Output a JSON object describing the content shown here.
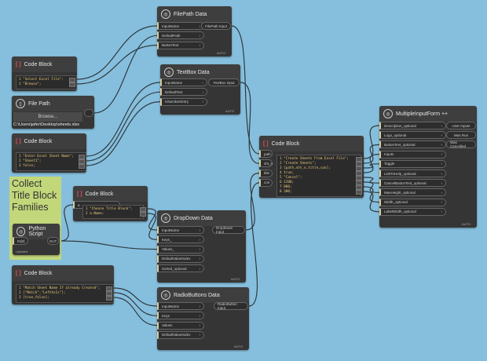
{
  "nodes": {
    "filepath_data": {
      "title": "FilePath Data",
      "inputs": [
        "InputName",
        "DefaultPath",
        "ButtonText"
      ],
      "outputs": [
        "FilePath Input"
      ],
      "footer": "AUTO"
    },
    "textbox_data": {
      "title": "TextBox Data",
      "inputs": [
        "InputName",
        "DefaultText",
        "IsNumberEntry"
      ],
      "outputs": [
        "TextBox Input"
      ],
      "footer": "AUTO"
    },
    "code1": {
      "title": "Code Block",
      "code": [
        "1 \"Select Excel File\";",
        "2 \"Browse\";"
      ]
    },
    "file_path": {
      "title": "File Path",
      "button": "Browse...",
      "path": "C:\\Users\\jafer\\Desktop\\sheets.xlsx"
    },
    "code2": {
      "title": "Code Block",
      "code": [
        "1 \"Enter Excel Sheet Name\";",
        "2 \"Sheet1\";",
        "3 false;"
      ]
    },
    "code3": {
      "title": "Code Block",
      "inputs": [
        "a"
      ],
      "code": [
        "1 \"Choose Title Block\";",
        "2 a.Name;"
      ]
    },
    "python": {
      "title": "Python Script",
      "inputs": [
        "IN[0]"
      ],
      "outputs": [
        "OUT"
      ],
      "footer": "Updated"
    },
    "dropdown_data": {
      "title": "DropDown Data",
      "inputs": [
        "InputName",
        "Keys_",
        "Values_",
        "DefaultValueIndex",
        "Sorted_optional"
      ],
      "outputs": [
        "DropDown Input"
      ],
      "footer": "AUTO"
    },
    "code4": {
      "title": "Code Block",
      "code": [
        "1 \"Match Sheet Name If already Created\";",
        "2 [\"Match\",\"LeftAsIs\"];",
        "3 [true,false];"
      ]
    },
    "radio_data": {
      "title": "RadioButtons Data",
      "inputs": [
        "InputName",
        "Keys",
        "Values",
        "DefaultValueIndex"
      ],
      "outputs": [
        "RadioButton Input"
      ],
      "footer": "AUTO"
    },
    "code_main": {
      "title": "Code Block",
      "inputs": [
        "path",
        "sht_n",
        "title",
        "con"
      ],
      "code": [
        "1 \"Create Sheets From Excel File\";",
        "2 \"Create Sheets\";",
        "3 [path,sht_n,title,con];",
        "4 true;",
        "5 \"Cancel\";",
        "6 1200;",
        "7 800;",
        "8 300;"
      ]
    },
    "mif": {
      "title": "MultipleInputForm ++",
      "inputs": [
        "Description_optional",
        "Logo_optional",
        "ButtonText_optional",
        "Inputs",
        "Toggle",
        "LinkToHelp_optional",
        "CancelButtonText_optional",
        "MaxHeight_optional",
        "Width_optional",
        "LabelWidth_optional"
      ],
      "outputs": [
        "User Inputs",
        "Was Run",
        "Was Cancelled"
      ],
      "footer": "AUTO"
    }
  },
  "group": {
    "title": "Collect Title Block Families"
  },
  "colors": {
    "canvas": "#86bfdd",
    "node": "#353535",
    "group": "#c2d77a",
    "wire": "#2f3a40"
  }
}
